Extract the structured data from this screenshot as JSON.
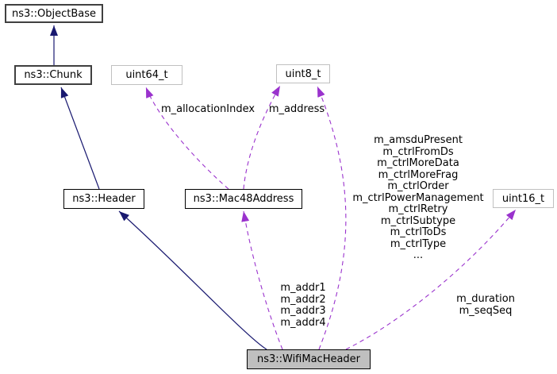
{
  "diagram": {
    "title": "ns3::WifiMacHeader collaboration graph",
    "nodes": {
      "objectbase": {
        "label": "ns3::ObjectBase"
      },
      "chunk": {
        "label": "ns3::Chunk"
      },
      "uint64_t": {
        "label": "uint64_t"
      },
      "uint8_t": {
        "label": "uint8_t"
      },
      "header": {
        "label": "ns3::Header"
      },
      "mac48address": {
        "label": "ns3::Mac48Address"
      },
      "uint16_t": {
        "label": "uint16_t"
      },
      "wifimacheader": {
        "label": "ns3::WifiMacHeader"
      }
    },
    "edge_labels": {
      "allocation_index": "m_allocationIndex",
      "address": "m_address",
      "ctrl_fields": "m_amsduPresent\nm_ctrlFromDs\nm_ctrlMoreData\nm_ctrlMoreFrag\nm_ctrlOrder\nm_ctrlPowerManagement\nm_ctrlRetry\nm_ctrlSubtype\nm_ctrlToDs\nm_ctrlType\n...",
      "addr_fields": "m_addr1\nm_addr2\nm_addr3\nm_addr4",
      "duration_fields": "m_duration\nm_seqSeq"
    },
    "colors": {
      "inheritance_edge": "#191970",
      "usage_edge": "#9a32cd",
      "class_border": "#000000",
      "base_class_border": "#404040",
      "plain_type_border": "#c0c0c0",
      "node_fill": "#ffffff",
      "main_node_fill": "#bfbfbf",
      "text": "#000000",
      "background": "#ffffff"
    }
  }
}
